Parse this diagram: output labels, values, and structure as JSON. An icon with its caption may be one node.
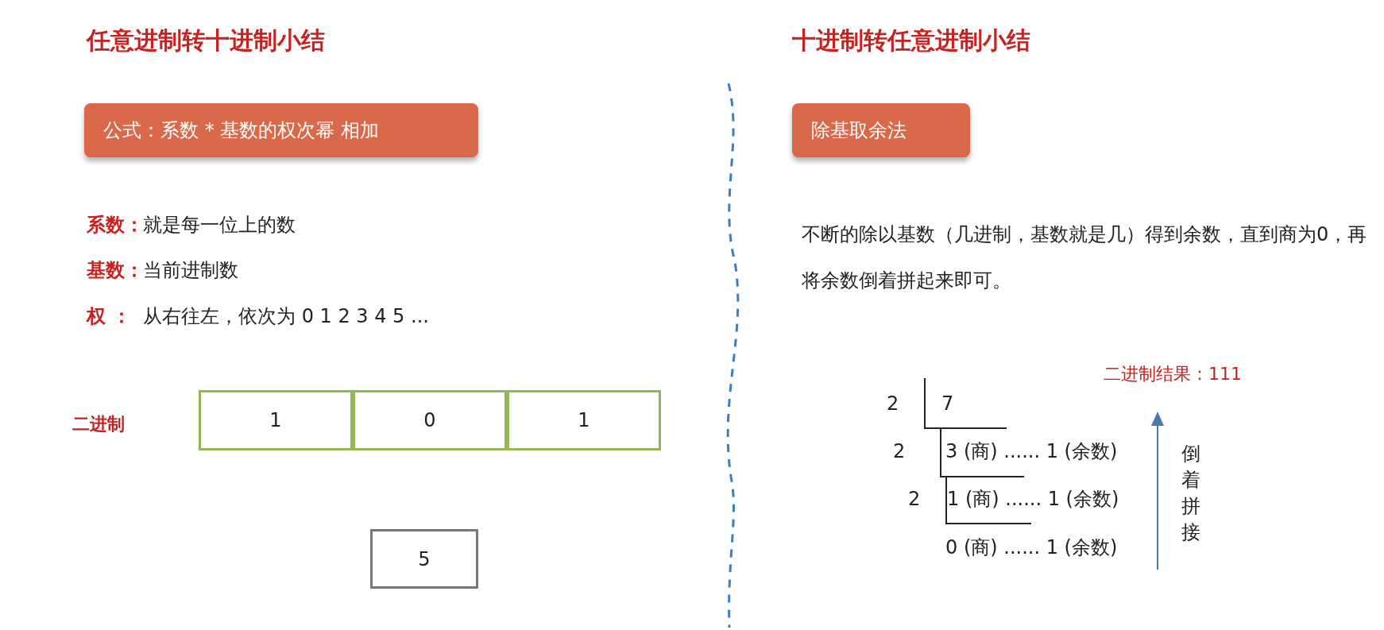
{
  "diagram": {
    "nodes": [
      {
        "text": [
          "公式：系数 * 基数的权次幂 相加"
        ]
      },
      {
        "text": [
          "1"
        ]
      },
      {
        "text": [
          "0"
        ]
      },
      {
        "text": [
          "1"
        ]
      },
      {
        "text": [
          "5"
        ]
      },
      {
        "text": [
          "除基取余法"
        ]
      }
    ],
    "edges": [],
    "labels": [
      "任意进制转十进制小结",
      "十进制转任意进制小结",
      "系数：",
      "就是每一位上的数",
      "基数：",
      "当前进制数",
      "权 ：",
      "从右往左，依次为 0 1 2 3 4 5 ...",
      "二进制",
      "不断的除以基数（几进制，基数就是几）得到余数，直到商为0，再将余数倒着拼起来即可。",
      "二进制结果：111",
      "2",
      "7",
      "2",
      "3 (商) ...... 1 (余数)",
      "2",
      "1 (商) ...... 1 (余数)",
      "0 (商) ...... 1 (余数)",
      "倒着拼接"
    ]
  }
}
